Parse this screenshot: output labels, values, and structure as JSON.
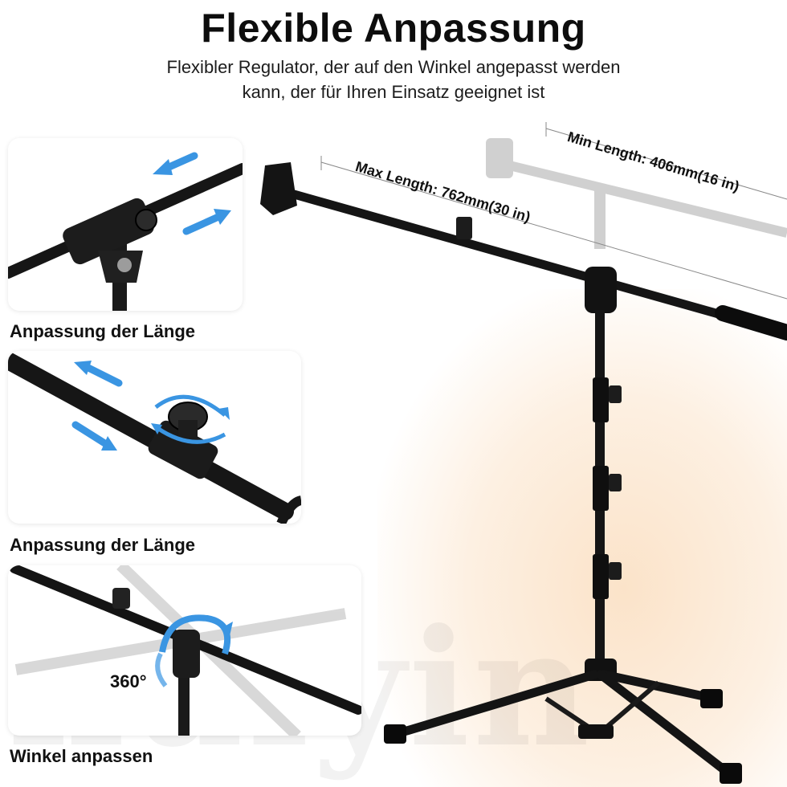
{
  "header": {
    "title": "Flexible Anpassung",
    "subtitle_line1": "Flexibler Regulator, der auf den Winkel angepasst werden",
    "subtitle_line2": "kann, der für Ihren Einsatz geeignet ist"
  },
  "panels": [
    {
      "caption": "Anpassung der Länge",
      "icon": "length-adjust-arrows-icon"
    },
    {
      "caption": "Anpassung der Länge",
      "icon": "knob-rotate-arrows-icon"
    },
    {
      "caption": "Winkel anpassen",
      "badge": "360°",
      "icon": "rotate-360-icon"
    }
  ],
  "dimensions": {
    "min_length": "Min Length: 406mm(16 in)",
    "max_length": "Max Length: 762mm(30 in)"
  },
  "colors": {
    "accent_blue": "#2f8fe0",
    "stand_black": "#141414",
    "glow": "#fbe3c9"
  }
}
